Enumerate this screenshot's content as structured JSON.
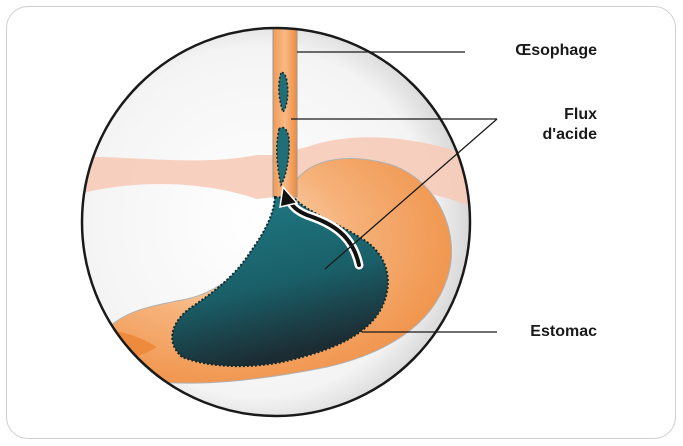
{
  "labels": {
    "oesophagus": "Œsophage",
    "acid_flux": "Flux d'acide",
    "stomach": "Estomac"
  },
  "colors": {
    "stomach_orange": "#ee8a3c",
    "acid_teal": "#1f6e78",
    "diaphragm_pink": "#f6c9b6",
    "circle_border": "#1a1a1a",
    "frame_border": "#cfcfcf"
  }
}
